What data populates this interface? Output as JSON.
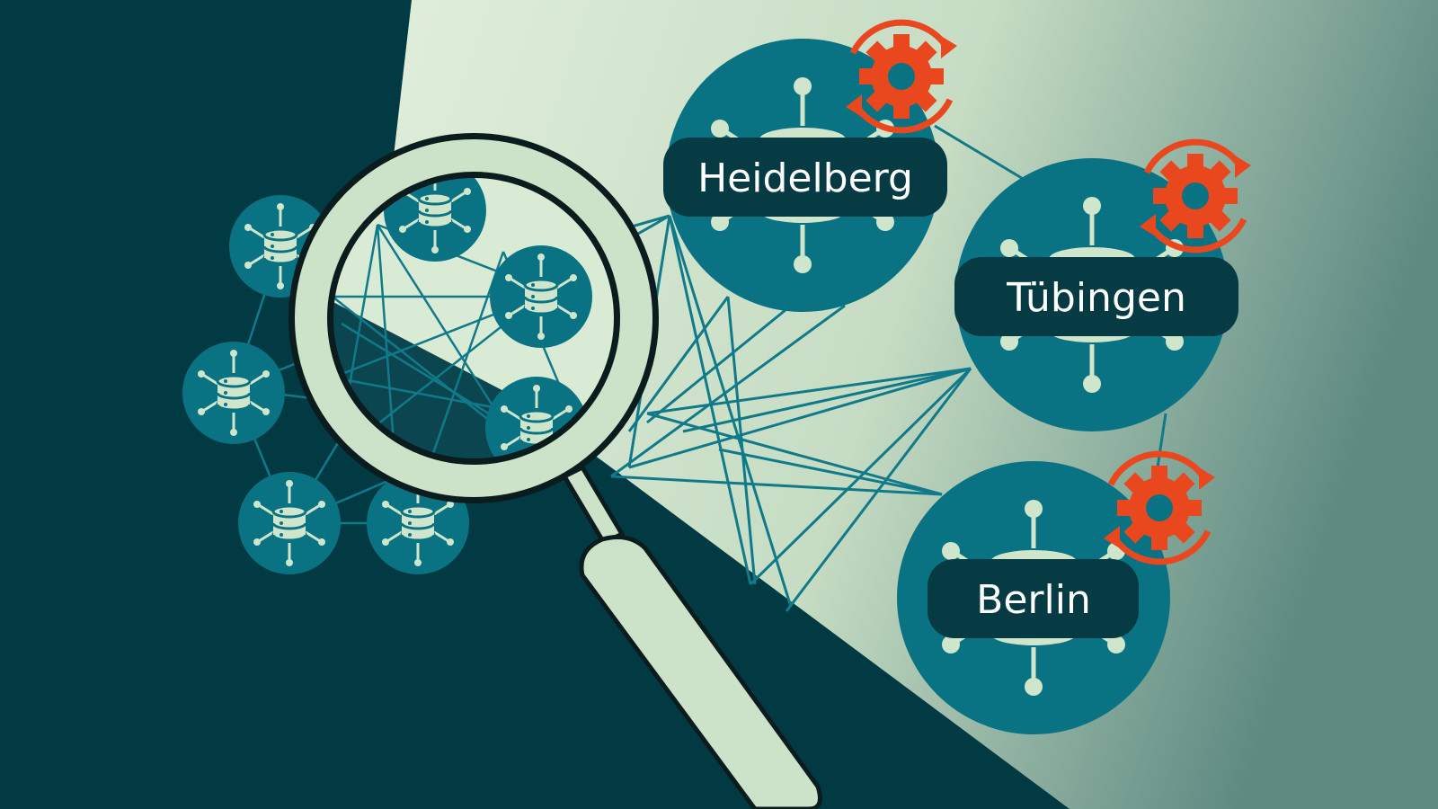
{
  "colors": {
    "background_dark": "#013a43",
    "panel_light": "#d6e8d2",
    "panel_fade": "#5e8a82",
    "node_teal": "#0a7383",
    "icon_mint": "#cfe6cd",
    "link_teal": "#107a8a",
    "label_pill": "#073b44",
    "gear_orange": "#e9481f",
    "magnifier_outline": "#0b1c1e",
    "magnifier_fill": "#cde3c9"
  },
  "icons": {
    "node": "database-network-icon",
    "sync": "gear-sync-icon",
    "search": "magnifying-glass-icon"
  },
  "cities": [
    {
      "label": "Heidelberg"
    },
    {
      "label": "Tübingen"
    },
    {
      "label": "Berlin"
    }
  ]
}
